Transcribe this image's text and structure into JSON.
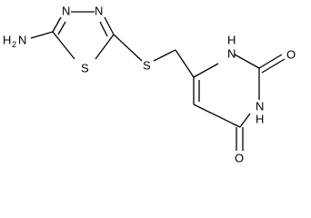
{
  "molecule": {
    "atoms": {
      "amino_h": "H",
      "amino_2": "2",
      "amino_n": "N",
      "thiadiazole_n_left": "N",
      "thiadiazole_n_right": "N",
      "thiadiazole_s": "S",
      "thioether_s": "S",
      "ring_nh_top_h": "H",
      "ring_nh_top_n": "N",
      "ring_nh_bottom_h": "H",
      "ring_nh_bottom_n": "N",
      "oxygen_top": "O",
      "oxygen_bottom": "O"
    }
  }
}
